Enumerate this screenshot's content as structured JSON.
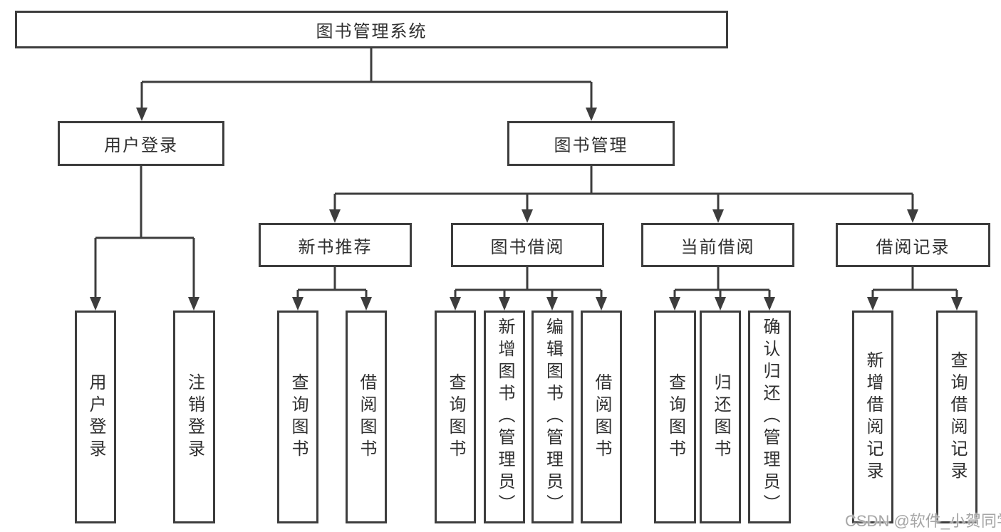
{
  "diagram": {
    "root_label": "图书管理系统",
    "user_login": {
      "label": "用户登录",
      "children": [
        "用户登录",
        "注销登录"
      ]
    },
    "book_management": {
      "label": "图书管理",
      "sections": [
        {
          "label": "新书推荐",
          "children": [
            "查询图书",
            "借阅图书"
          ]
        },
        {
          "label": "图书借阅",
          "children": [
            "查询图书",
            "新增图书（管理员）",
            "编辑图书（管理员）",
            "借阅图书"
          ]
        },
        {
          "label": "当前借阅",
          "children": [
            "查询图书",
            "归还图书",
            "确认归还（管理员）"
          ]
        },
        {
          "label": "借阅记录",
          "children": [
            "新增借阅记录",
            "查询借阅记录"
          ]
        }
      ]
    }
  },
  "watermark": "CSDN @软件_小贺同学",
  "colors": {
    "line": "#3d3d3d",
    "text": "#2f2f2f",
    "watermark_text": "#a6a6a6",
    "background": "#ffffff"
  }
}
